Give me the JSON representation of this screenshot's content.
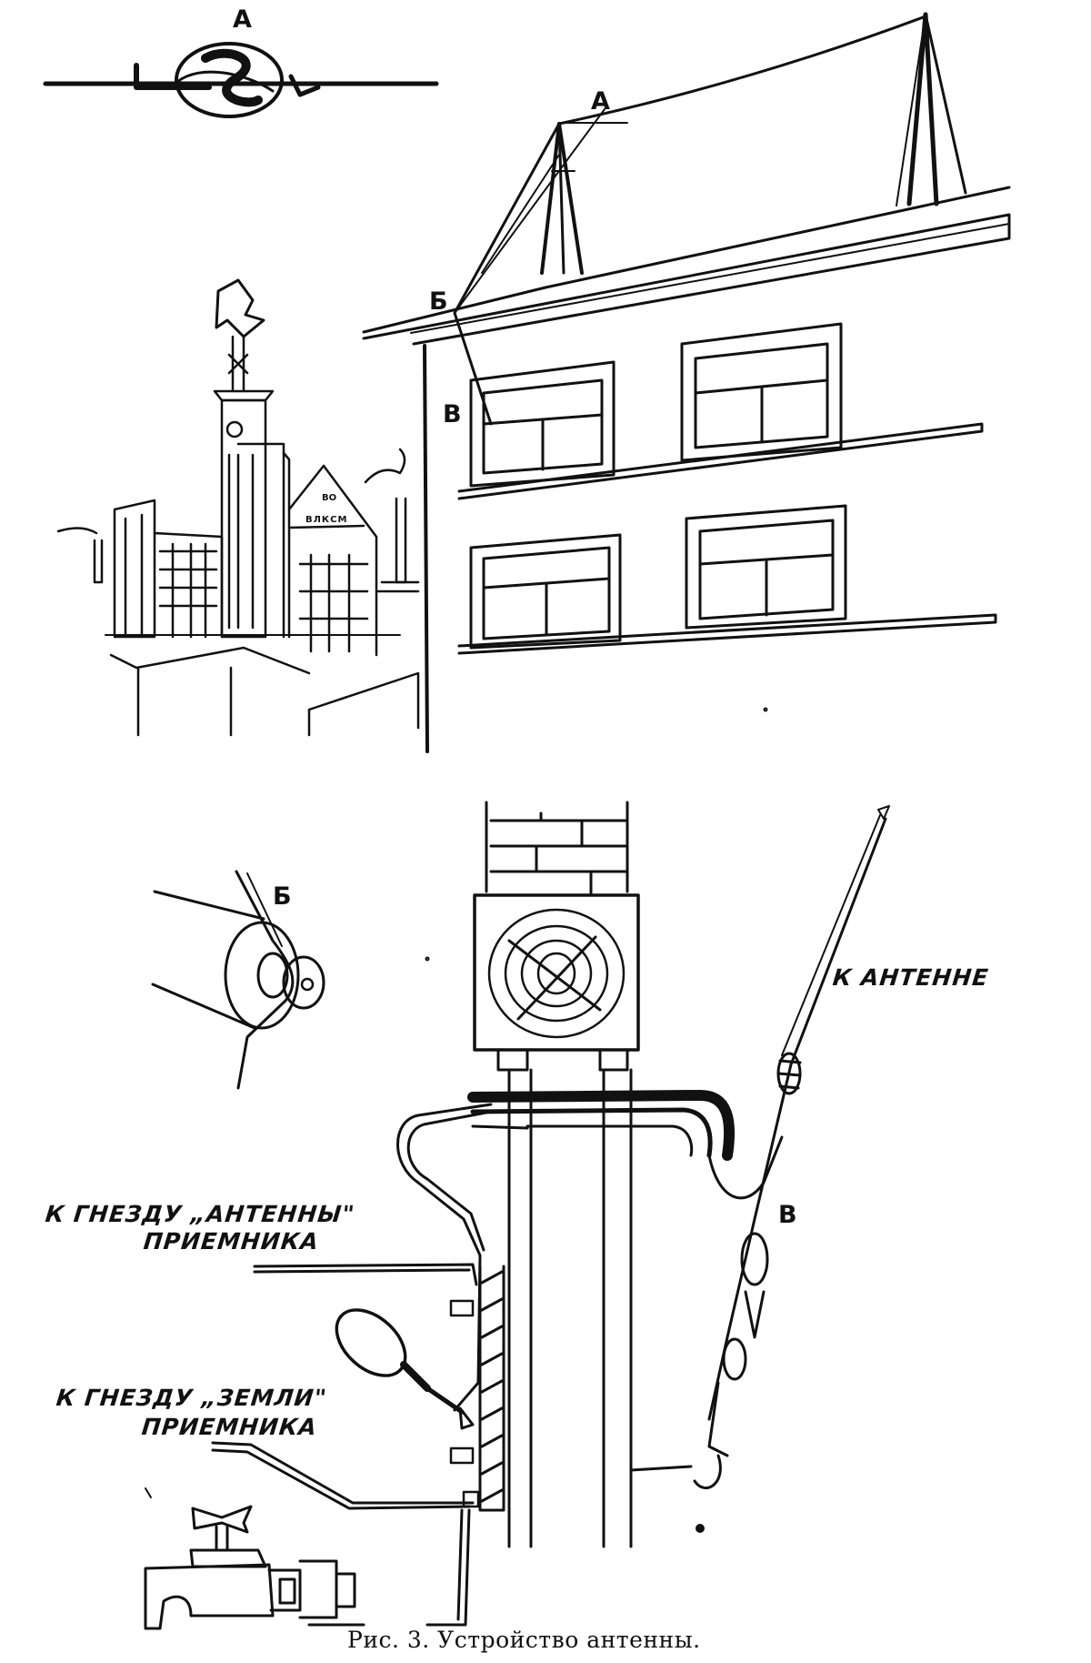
{
  "labels": {
    "top_a": "А",
    "roof_a": "А",
    "roof_b": "Б",
    "roof_v": "В",
    "detail_b": "Б",
    "detail_v": "В",
    "to_antenna": "К АНТЕННЕ",
    "to_antenna_socket_line1": "К ГНЕЗДУ „АНТЕННЫ\"",
    "to_antenna_socket_line2": "ПРИЕМНИКА",
    "to_ground_socket_line1": "К ГНЕЗДУ „ЗЕМЛИ\"",
    "to_ground_socket_line2": "ПРИЕМНИКА",
    "building_sign_top": "ВО",
    "building_sign": "ВЛКСМ"
  },
  "caption": "Рис. 3. Устройство антенны.",
  "colors": {
    "ink": "#111111",
    "paper": "#ffffff"
  },
  "icons": [
    "egg-insulator-icon",
    "tower-icon",
    "faucet-icon",
    "screwdriver-icon",
    "turnbuckle-icon",
    "brick-chimney-icon"
  ]
}
